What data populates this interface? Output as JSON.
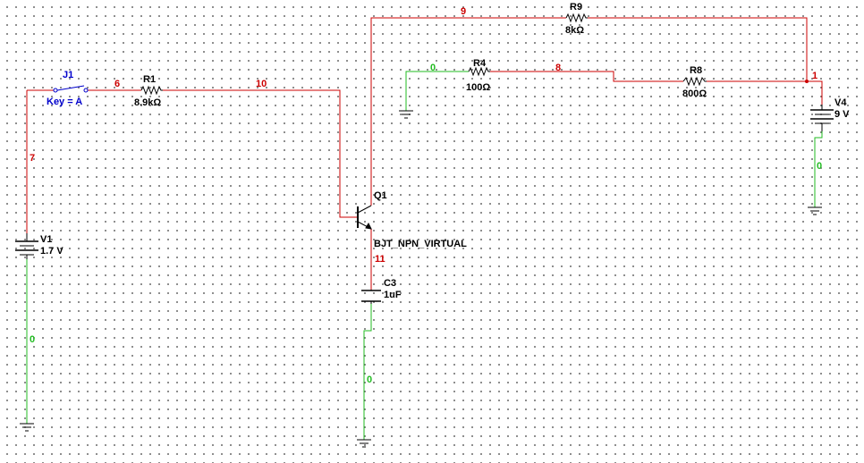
{
  "colors": {
    "wire_signal": "#cc0000",
    "wire_ground": "#22bb22",
    "switch": "#0000cc",
    "component": "#000000",
    "background": "#ffffff",
    "grid_dots": "#6e6e6e"
  },
  "components": {
    "j1": {
      "ref": "J1",
      "value": "Key = A"
    },
    "r1": {
      "ref": "R1",
      "value": "8.9kΩ"
    },
    "r9": {
      "ref": "R9",
      "value": "8kΩ"
    },
    "r4": {
      "ref": "R4",
      "value": "100Ω"
    },
    "r8": {
      "ref": "R8",
      "value": "800Ω"
    },
    "v1": {
      "ref": "V1",
      "value": "1.7 V"
    },
    "v4": {
      "ref": "V4",
      "value": "9 V"
    },
    "q1": {
      "ref": "Q1",
      "value": "BJT_NPN_VIRTUAL"
    },
    "c3": {
      "ref": "C3",
      "value": "1uF"
    }
  },
  "nets": {
    "n1": "1",
    "n6": "6",
    "n7": "7",
    "n8": "8",
    "n9": "9",
    "n10": "10",
    "n11": "11",
    "gnd_r4": "0",
    "gnd_v4": "0",
    "gnd_v1": "0",
    "gnd_c3": "0"
  }
}
